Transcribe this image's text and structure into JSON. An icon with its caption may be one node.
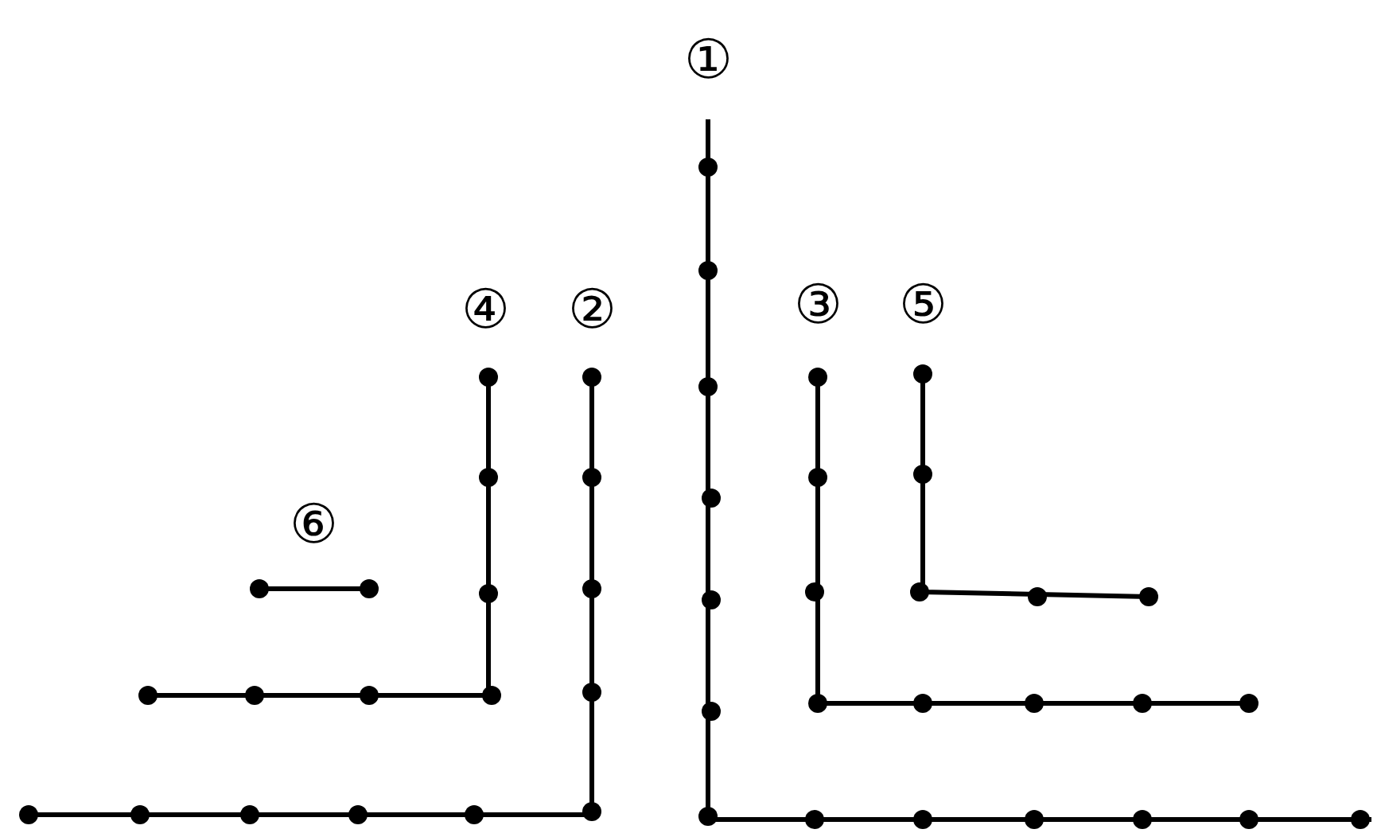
{
  "diagram": {
    "labels": [
      "①",
      "④",
      "②",
      "③",
      "⑤",
      "⑥"
    ]
  }
}
